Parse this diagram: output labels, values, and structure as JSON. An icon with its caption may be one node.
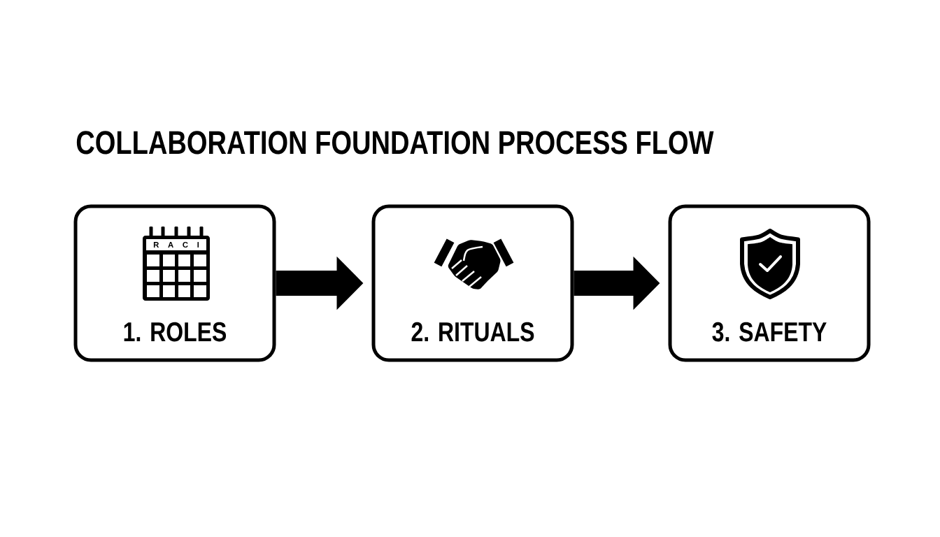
{
  "diagram": {
    "title": "COLLABORATION FOUNDATION PROCESS FLOW",
    "nodes": [
      {
        "text": [
          "1. ROLES"
        ]
      },
      {
        "text": [
          "2. RITUALS"
        ]
      },
      {
        "text": [
          "3. SAFETY"
        ]
      }
    ],
    "edges": [
      {
        "from": 0,
        "to": 1,
        "arrow": "to"
      },
      {
        "from": 1,
        "to": 2,
        "arrow": "to"
      }
    ],
    "labels": [
      "R A C I"
    ]
  }
}
